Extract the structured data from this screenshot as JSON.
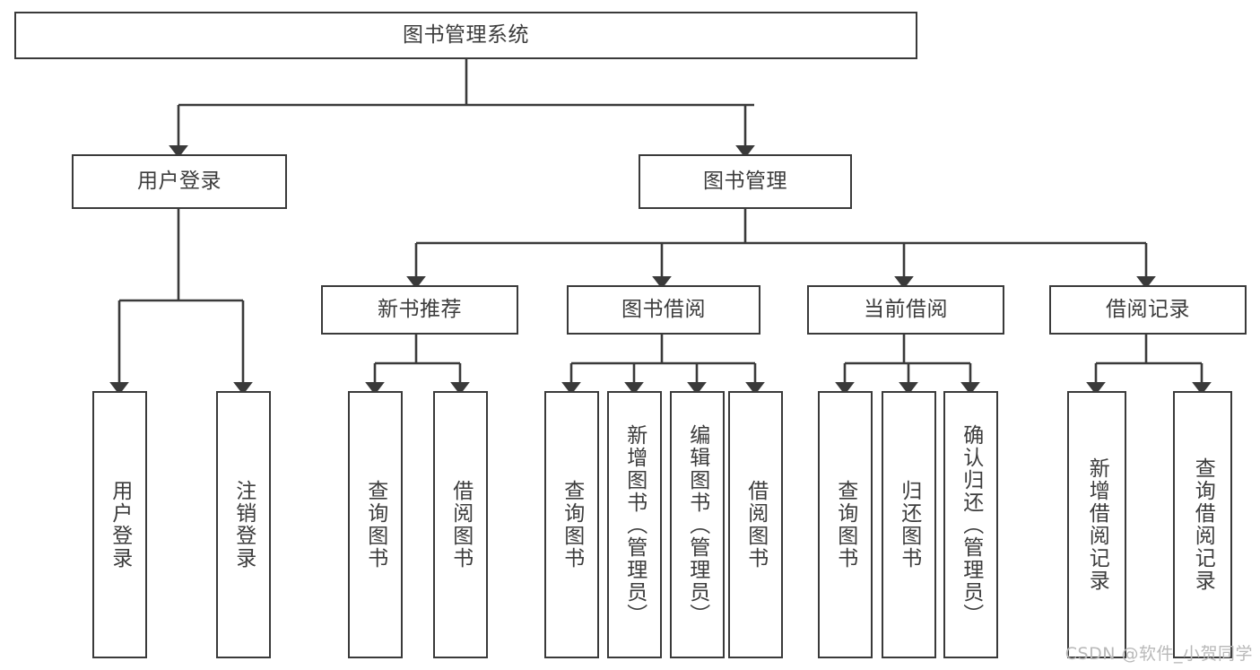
{
  "diagram": {
    "type": "tree-hierarchy-chart",
    "title": "图书管理系统",
    "watermark": "CSDN @软件_小贺同学",
    "colors": {
      "box_border": "#3a3a3a",
      "connector": "#3a3a3a",
      "text": "#3c3c3c",
      "background": "#ffffff",
      "watermark": "#b9b9b9"
    },
    "nodes": {
      "root": {
        "label": "图书管理系统",
        "orientation": "horizontal"
      },
      "level2": [
        {
          "id": "user-login",
          "label": "用户登录",
          "orientation": "horizontal"
        },
        {
          "id": "book-management",
          "label": "图书管理",
          "orientation": "horizontal"
        }
      ],
      "level3": [
        {
          "id": "new-book-recommend",
          "label": "新书推荐",
          "orientation": "horizontal"
        },
        {
          "id": "book-borrow",
          "label": "图书借阅",
          "orientation": "horizontal"
        },
        {
          "id": "current-borrow",
          "label": "当前借阅",
          "orientation": "horizontal"
        },
        {
          "id": "borrow-record",
          "label": "借阅记录",
          "orientation": "horizontal"
        }
      ],
      "leaves": [
        {
          "id": "leaf-user-login",
          "label": "用户登录",
          "parent": "user-login"
        },
        {
          "id": "leaf-logout-login",
          "label": "注销登录",
          "parent": "user-login"
        },
        {
          "id": "leaf-query-book-1",
          "label": "查询图书",
          "parent": "new-book-recommend"
        },
        {
          "id": "leaf-borrow-book-1",
          "label": "借阅图书",
          "parent": "new-book-recommend"
        },
        {
          "id": "leaf-query-book-2",
          "label": "查询图书",
          "parent": "book-borrow"
        },
        {
          "id": "leaf-add-book",
          "label": "新增图书（管理员）",
          "parent": "book-borrow"
        },
        {
          "id": "leaf-edit-book",
          "label": "编辑图书（管理员）",
          "parent": "book-borrow"
        },
        {
          "id": "leaf-borrow-book-2",
          "label": "借阅图书",
          "parent": "book-borrow"
        },
        {
          "id": "leaf-query-book-3",
          "label": "查询图书",
          "parent": "current-borrow"
        },
        {
          "id": "leaf-return-book",
          "label": "归还图书",
          "parent": "current-borrow"
        },
        {
          "id": "leaf-confirm-return",
          "label": "确认归还（管理员）",
          "parent": "current-borrow"
        },
        {
          "id": "leaf-add-borrow-record",
          "label": "新增借阅记录",
          "parent": "borrow-record"
        },
        {
          "id": "leaf-query-borrow-record",
          "label": "查询借阅记录",
          "parent": "borrow-record"
        }
      ]
    }
  }
}
